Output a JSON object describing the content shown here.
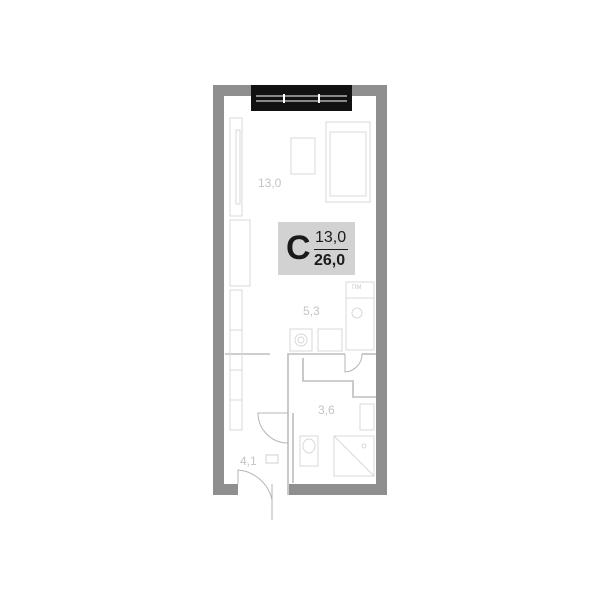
{
  "rooms": [
    {
      "id": "living",
      "area": "13,0"
    },
    {
      "id": "kitchen",
      "area": "5,3"
    },
    {
      "id": "bathroom",
      "area": "3,6"
    },
    {
      "id": "hall",
      "area": "4,1"
    }
  ],
  "appliance_label": "ПМ",
  "apartment": {
    "type": "С",
    "living_area": "13,0",
    "total_area": "26,0"
  },
  "colors": {
    "wall": "#8f8f8f",
    "window": "#111111",
    "furniture": "#dadada",
    "badge": "#d2d2d2"
  }
}
